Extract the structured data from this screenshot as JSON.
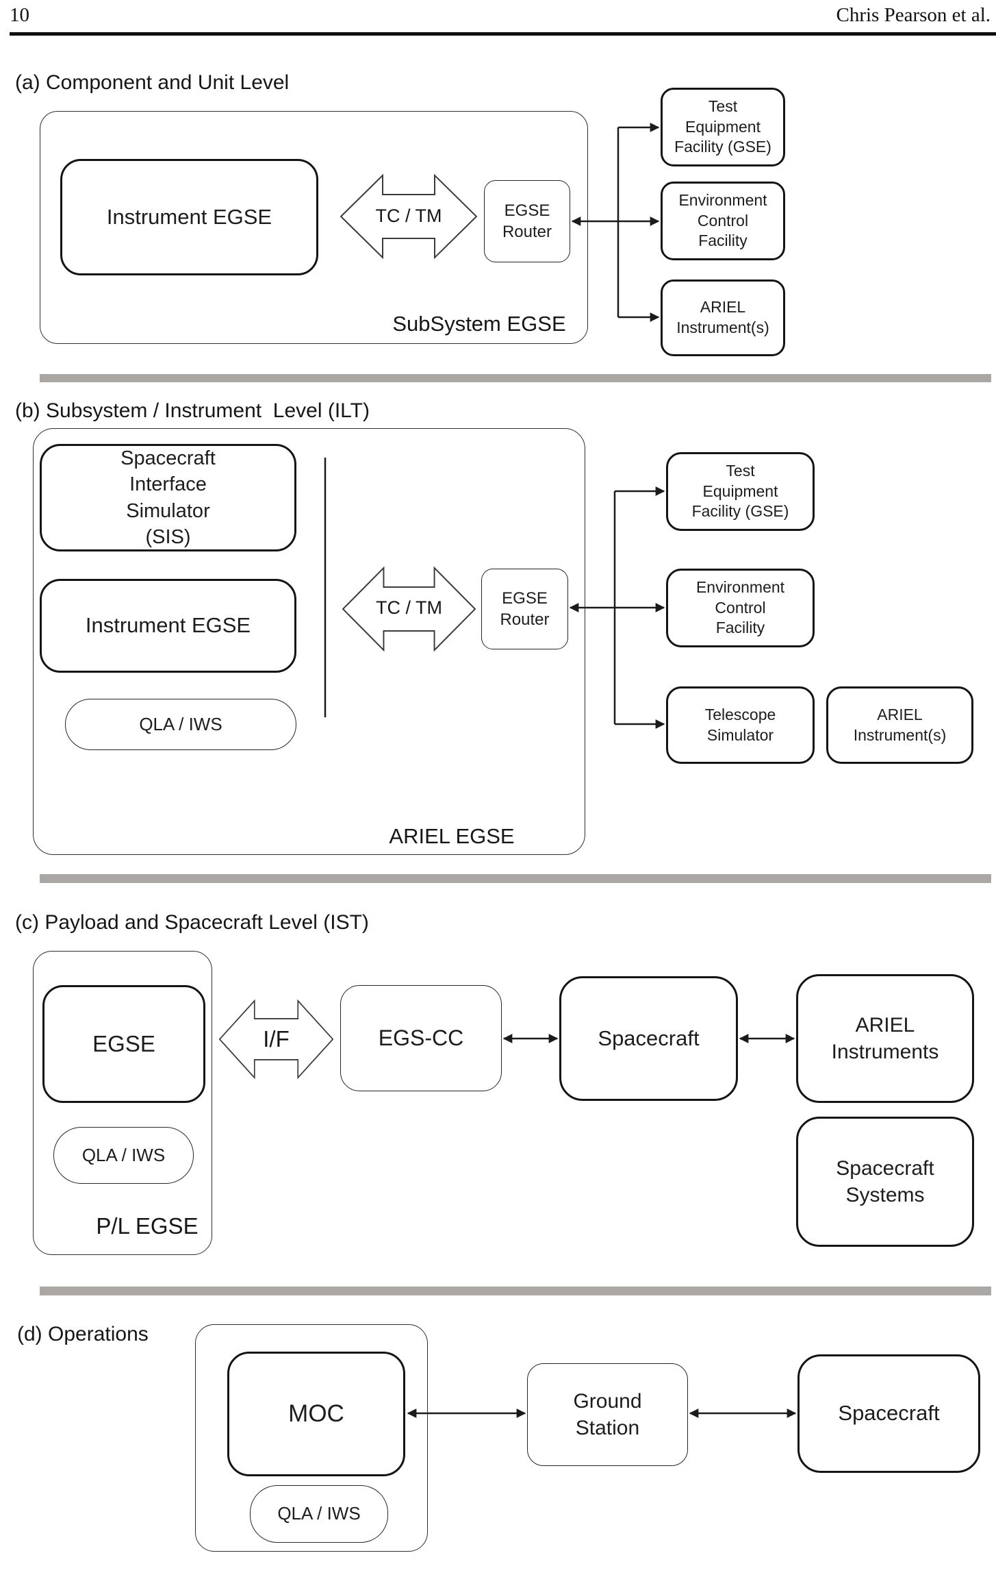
{
  "page": {
    "number": "10",
    "author": "Chris Pearson et al."
  },
  "colors": {
    "line": "#1b1b1b",
    "separator": "#aba7a4",
    "background": "#ffffff"
  },
  "sections": {
    "a": {
      "title": "(a) Component and Unit Level",
      "container_label": "SubSystem EGSE",
      "nodes": {
        "instrument_egse": "Instrument EGSE",
        "tc_tm": "TC / TM",
        "egse_router": "EGSE\nRouter",
        "test_equipment": "Test\nEquipment\nFacility (GSE)",
        "environment": "Environment\nControl\nFacility",
        "ariel_instruments": "ARIEL\nInstrument(s)"
      }
    },
    "b": {
      "title": "(b) Subsystem / Instrument  Level (ILT)",
      "container_label": "ARIEL EGSE",
      "nodes": {
        "sis": "Spacecraft\nInterface\nSimulator\n(SIS)",
        "instrument_egse": "Instrument EGSE",
        "qla_iws": "QLA / IWS",
        "tc_tm": "TC / TM",
        "egse_router": "EGSE\nRouter",
        "test_equipment": "Test\nEquipment\nFacility (GSE)",
        "environment": "Environment\nControl\nFacility",
        "telescope_simulator": "Telescope\nSimulator",
        "ariel_instruments": "ARIEL\nInstrument(s)"
      }
    },
    "c": {
      "title": "(c) Payload and Spacecraft Level (IST)",
      "container_label": "P/L EGSE",
      "nodes": {
        "egse": "EGSE",
        "qla_iws": "QLA / IWS",
        "if_label": "I/F",
        "egs_cc": "EGS-CC",
        "spacecraft": "Spacecraft",
        "ariel_instruments": "ARIEL\nInstruments",
        "spacecraft_systems": "Spacecraft\nSystems"
      }
    },
    "d": {
      "title": "(d) Operations",
      "nodes": {
        "moc": "MOC",
        "qla_iws": "QLA / IWS",
        "ground_station": "Ground\nStation",
        "spacecraft": "Spacecraft"
      }
    }
  }
}
